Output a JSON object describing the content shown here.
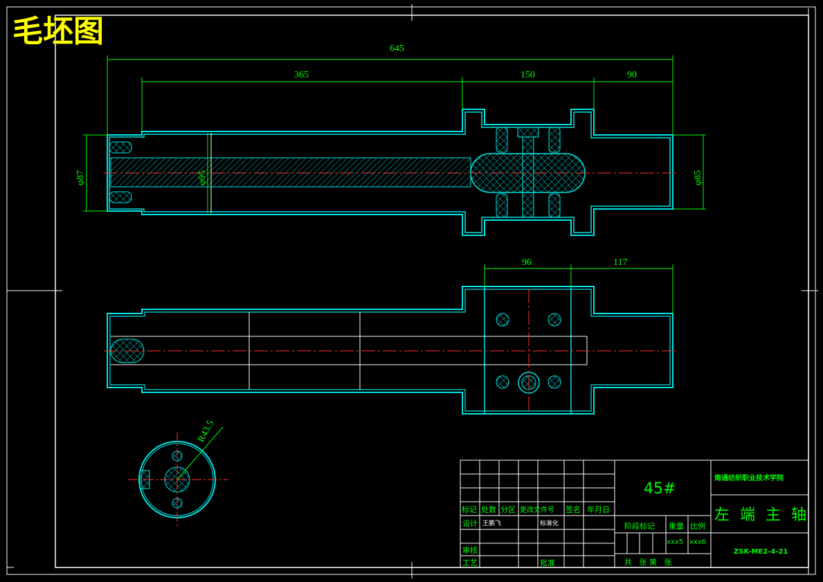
{
  "drawing_title": "毛坯图",
  "dimensions": {
    "overall_length": "645",
    "left_length": "365",
    "middle_length": "150",
    "right_length": "90",
    "left_diameter": "φ87",
    "bore_diameter": "φ95",
    "right_diameter": "φ85",
    "hole_spacing": "96",
    "end_length": "117",
    "radius": "R43.5"
  },
  "title_block": {
    "material": "45#",
    "institution": "南通纺织职业技术学院",
    "part_name": "左 端 主 轴",
    "drawing_number": "ZSK-ME2-4-21",
    "header_labels": [
      "标记",
      "处数",
      "分区",
      "更改文件号",
      "签名",
      "年月日"
    ],
    "design_label": "设计",
    "designer": "王鹏飞",
    "standardize_label": "标准化",
    "review_label": "审核",
    "process_label": "工艺",
    "approve_label": "批准",
    "stage_label": "阶段标记",
    "weight_label": "重量",
    "scale_label": "比例",
    "weight_value": "xxx5",
    "scale_value": "xxx6",
    "sheets_label": "共   张 第   张"
  },
  "colors": {
    "outline": "#00e6e6",
    "dimension": "#00ff00",
    "centerline": "#ff3030",
    "title": "#ffff00"
  }
}
